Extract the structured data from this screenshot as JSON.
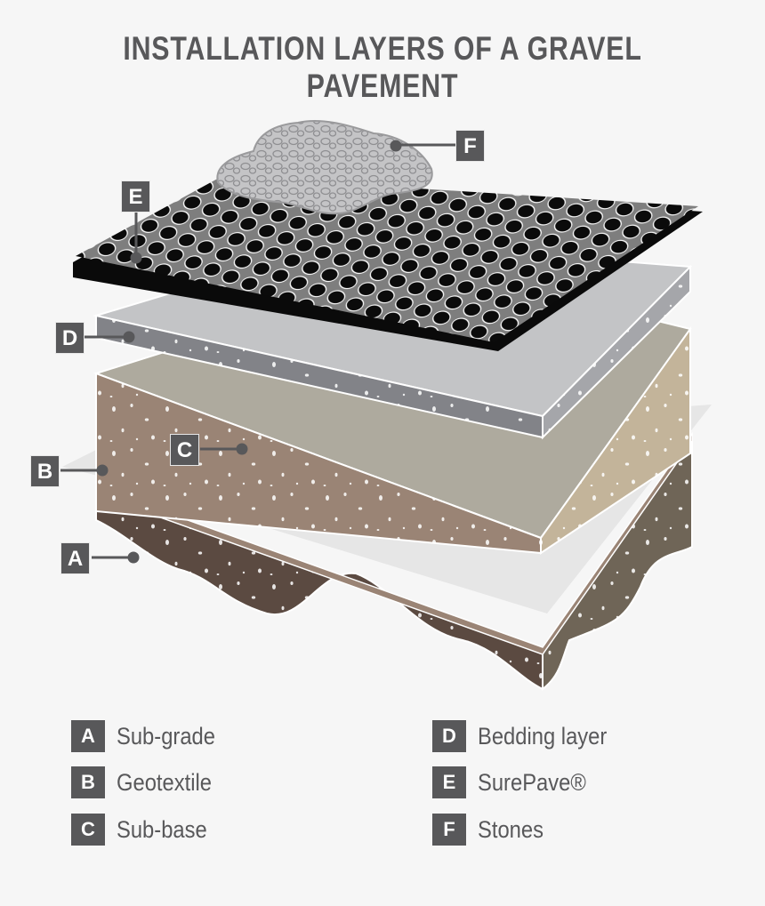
{
  "title": "INSTALLATION LAYERS OF A GRAVEL PAVEMENT",
  "colors": {
    "background": "#f6f6f6",
    "label_box": "#58585a",
    "subgrade_front": "#5b4a41",
    "subgrade_side": "#6f6557",
    "geotextile": "#e6e6e6",
    "subbase_front": "#9a8475",
    "subbase_top": "#aeaa9e",
    "subbase_side": "#c3b49a",
    "bedding_front": "#828388",
    "bedding_top": "#c3c4c6",
    "grid": "#0a0a0a",
    "grid_cell": "#7e7e7e",
    "stones": "#bdbdbf"
  },
  "diagram": {
    "callouts": [
      {
        "letter": "A",
        "layer": "Sub-grade"
      },
      {
        "letter": "B",
        "layer": "Geotextile"
      },
      {
        "letter": "C",
        "layer": "Sub-base"
      },
      {
        "letter": "D",
        "layer": "Bedding layer"
      },
      {
        "letter": "E",
        "layer": "SurePave®"
      },
      {
        "letter": "F",
        "layer": "Stones"
      }
    ]
  },
  "legend": {
    "items": [
      {
        "letter": "A",
        "label": "Sub-grade"
      },
      {
        "letter": "B",
        "label": "Geotextile"
      },
      {
        "letter": "C",
        "label": "Sub-base"
      },
      {
        "letter": "D",
        "label": "Bedding layer"
      },
      {
        "letter": "E",
        "label": "SurePave®"
      },
      {
        "letter": "F",
        "label": "Stones"
      }
    ]
  }
}
